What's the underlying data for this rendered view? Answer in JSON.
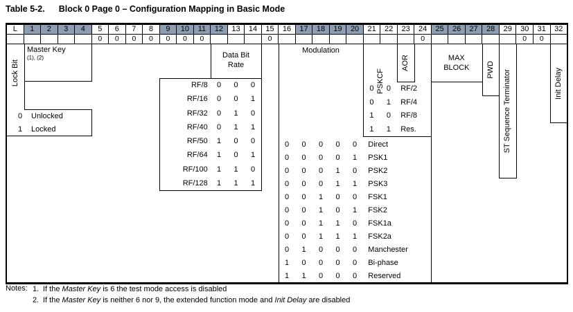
{
  "title": {
    "prefix": "Table 5-2.",
    "text": "Block 0 Page 0 – Configuration Mapping in Basic Mode"
  },
  "header_cells": [
    {
      "label": "L"
    },
    {
      "label": "1",
      "shaded": true
    },
    {
      "label": "2",
      "shaded": true
    },
    {
      "label": "3",
      "shaded": true
    },
    {
      "label": "4",
      "shaded": true
    },
    {
      "label": "5"
    },
    {
      "label": "6"
    },
    {
      "label": "7"
    },
    {
      "label": "8"
    },
    {
      "label": "9",
      "shaded": true
    },
    {
      "label": "10",
      "shaded": true
    },
    {
      "label": "11",
      "shaded": true
    },
    {
      "label": "12",
      "shaded": true
    },
    {
      "label": "13"
    },
    {
      "label": "14"
    },
    {
      "label": "15"
    },
    {
      "label": "16"
    },
    {
      "label": "17",
      "shaded": true
    },
    {
      "label": "18",
      "shaded": true
    },
    {
      "label": "19",
      "shaded": true
    },
    {
      "label": "20",
      "shaded": true
    },
    {
      "label": "21"
    },
    {
      "label": "22"
    },
    {
      "label": "23"
    },
    {
      "label": "24"
    },
    {
      "label": "25",
      "shaded": true
    },
    {
      "label": "26",
      "shaded": true
    },
    {
      "label": "27",
      "shaded": true
    },
    {
      "label": "28",
      "shaded": true
    },
    {
      "label": "29"
    },
    {
      "label": "30"
    },
    {
      "label": "31"
    },
    {
      "label": "32"
    }
  ],
  "fixed_bits": [
    "",
    "",
    "",
    "",
    "",
    "0",
    "0",
    "0",
    "0",
    "0",
    "0",
    "0",
    "",
    "",
    "",
    "0",
    "",
    "",
    "",
    "",
    "",
    "",
    "",
    "",
    "0",
    "",
    "",
    "",
    "",
    "",
    "0",
    "0",
    ""
  ],
  "lock": {
    "vertical_label": "Lock Bit",
    "rows": [
      {
        "bit": "0",
        "label": "Unlocked"
      },
      {
        "bit": "1",
        "label": "Locked"
      }
    ]
  },
  "master_key": {
    "label": "Master Key",
    "note_refs": "(1), (2)"
  },
  "data_bit_rate": {
    "label": "Data Bit Rate",
    "label_lines": [
      "Data Bit",
      "Rate"
    ],
    "rows": [
      {
        "label": "RF/8",
        "b0": "0",
        "b1": "0",
        "b2": "0"
      },
      {
        "label": "RF/16",
        "b0": "0",
        "b1": "0",
        "b2": "1"
      },
      {
        "label": "RF/32",
        "b0": "0",
        "b1": "1",
        "b2": "0"
      },
      {
        "label": "RF/40",
        "b0": "0",
        "b1": "1",
        "b2": "1"
      },
      {
        "label": "RF/50",
        "b0": "1",
        "b1": "0",
        "b2": "0"
      },
      {
        "label": "RF/64",
        "b0": "1",
        "b1": "0",
        "b2": "1"
      },
      {
        "label": "RF/100",
        "b0": "1",
        "b1": "1",
        "b2": "0"
      },
      {
        "label": "RF/128",
        "b0": "1",
        "b1": "1",
        "b2": "1"
      }
    ]
  },
  "modulation": {
    "label": "Modulation",
    "rows": [
      {
        "b0": "0",
        "b1": "0",
        "b2": "0",
        "b3": "0",
        "b4": "0",
        "label": "Direct"
      },
      {
        "b0": "0",
        "b1": "0",
        "b2": "0",
        "b3": "0",
        "b4": "1",
        "label": "PSK1"
      },
      {
        "b0": "0",
        "b1": "0",
        "b2": "0",
        "b3": "1",
        "b4": "0",
        "label": "PSK2"
      },
      {
        "b0": "0",
        "b1": "0",
        "b2": "0",
        "b3": "1",
        "b4": "1",
        "label": "PSK3"
      },
      {
        "b0": "0",
        "b1": "0",
        "b2": "1",
        "b3": "0",
        "b4": "0",
        "label": "FSK1"
      },
      {
        "b0": "0",
        "b1": "0",
        "b2": "1",
        "b3": "0",
        "b4": "1",
        "label": "FSK2"
      },
      {
        "b0": "0",
        "b1": "0",
        "b2": "1",
        "b3": "1",
        "b4": "0",
        "label": "FSK1a"
      },
      {
        "b0": "0",
        "b1": "0",
        "b2": "1",
        "b3": "1",
        "b4": "1",
        "label": "FSK2a"
      },
      {
        "b0": "0",
        "b1": "1",
        "b2": "0",
        "b3": "0",
        "b4": "0",
        "label": "Manchester"
      },
      {
        "b0": "1",
        "b1": "0",
        "b2": "0",
        "b3": "0",
        "b4": "0",
        "label": "Bi-phase"
      },
      {
        "b0": "1",
        "b1": "1",
        "b2": "0",
        "b3": "0",
        "b4": "0",
        "label": "Reserved"
      }
    ]
  },
  "pskcf": {
    "vertical_label": "PSKCF",
    "rows": [
      {
        "b0": "0",
        "b1": "0",
        "label": "RF/2"
      },
      {
        "b0": "0",
        "b1": "1",
        "label": "RF/4"
      },
      {
        "b0": "1",
        "b1": "0",
        "label": "RF/8"
      },
      {
        "b0": "1",
        "b1": "1",
        "label": "Res."
      }
    ]
  },
  "aor": {
    "vertical_label": "AOR"
  },
  "max_block": {
    "label_lines": [
      "MAX",
      "BLOCK"
    ]
  },
  "pwd": {
    "vertical_label": "PWD"
  },
  "st_sequence_terminator": {
    "vertical_label": "ST Sequence Terminator"
  },
  "init_delay": {
    "vertical_label": "Init Delay"
  },
  "notes": {
    "label": "Notes:",
    "items": [
      {
        "num": "1.",
        "p1": "If the ",
        "i1": "Master Key",
        "p2": " is 6 the test mode access is disabled",
        "i2": "",
        "p3": ""
      },
      {
        "num": "2.",
        "p1": "If the ",
        "i1": "Master Key",
        "p2": " is neither 6 nor 9, the extended function mode and ",
        "i2": "Init Delay",
        "p3": " are disabled"
      }
    ]
  },
  "colors": {
    "header_shade": "#8d9eb3",
    "border": "#000000"
  }
}
